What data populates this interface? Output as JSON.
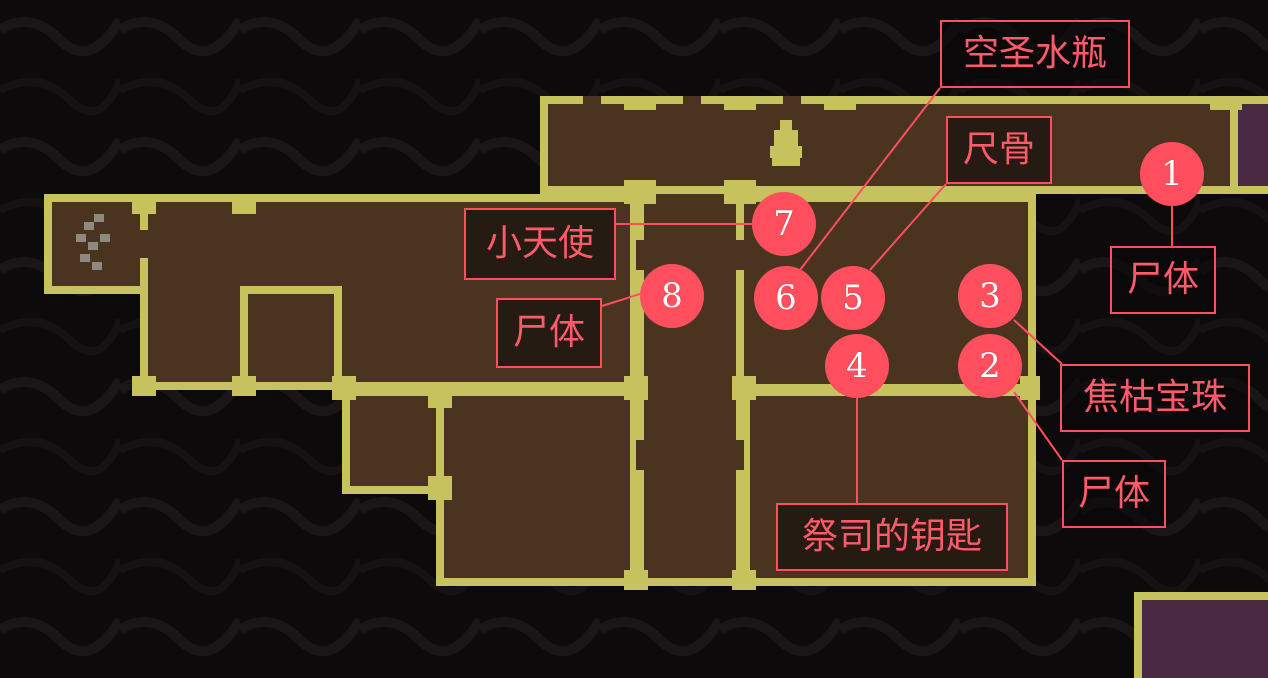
{
  "colors": {
    "background": "#0c0a0b",
    "room_fill": "#4a3420",
    "wall": "#c6c25d",
    "wall_dark": "#9c9a3e",
    "unexplored_room": "#4a2a42",
    "marker_fill": "#ff4f5f",
    "marker_text": "#ffffff",
    "label_text": "#ff5a69",
    "label_border": "#ff4f5f"
  },
  "map_icons": [
    "save-point-icon",
    "shrine-bell-icon"
  ],
  "markers": [
    {
      "number": "1",
      "label": "尸体"
    },
    {
      "number": "2",
      "label": "尸体"
    },
    {
      "number": "3",
      "label": "焦枯宝珠"
    },
    {
      "number": "4",
      "label": "祭司的钥匙"
    },
    {
      "number": "5",
      "label": "尺骨"
    },
    {
      "number": "6",
      "label": "空圣水瓶"
    },
    {
      "number": "7",
      "label": "小天使"
    },
    {
      "number": "8",
      "label": "尸体"
    }
  ]
}
